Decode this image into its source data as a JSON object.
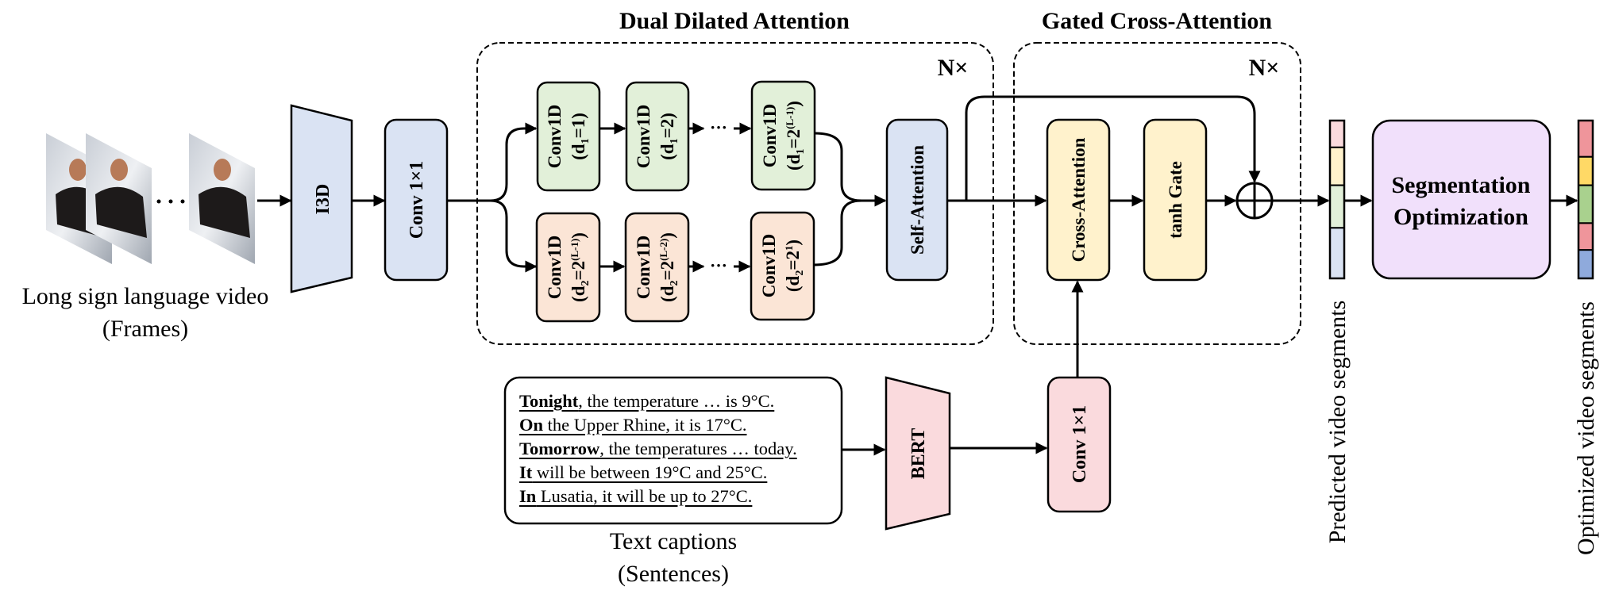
{
  "titles": {
    "dual_dilated": "Dual Dilated Attention",
    "gated_cross": "Gated Cross-Attention",
    "repeat_dual": "N×",
    "repeat_gated": "N×"
  },
  "input": {
    "frames_label_line1": "Long sign language video",
    "frames_label_line2": "(Frames)",
    "ellipsis": "· · ·"
  },
  "video_branch": {
    "i3d": "I3D",
    "conv": "Conv 1×1"
  },
  "dual_dilated": {
    "top_row": [
      {
        "name": "Conv1D",
        "param": "(d",
        "sub": "1",
        "rest": "=1)"
      },
      {
        "name": "Conv1D",
        "param": "(d",
        "sub": "1",
        "rest": "=2)"
      },
      {
        "name": "Conv1D",
        "param": "(d",
        "sub": "1",
        "rest": "=2",
        "sup": "(L-1)",
        "close": ")"
      }
    ],
    "bottom_row": [
      {
        "name": "Conv1D",
        "param": "(d",
        "sub": "2",
        "rest": "=2",
        "sup": "(L-1)",
        "close": ")"
      },
      {
        "name": "Conv1D",
        "param": "(d",
        "sub": "2",
        "rest": "=2",
        "sup": "(L-2)",
        "close": ")"
      },
      {
        "name": "Conv1D",
        "param": "(d",
        "sub": "2",
        "rest": "=2",
        "sup": "1",
        "close": ")"
      }
    ],
    "self_attention": "Self-Attention"
  },
  "gated": {
    "cross_attention": "Cross-Attention",
    "tanh_gate": "tanh Gate"
  },
  "text_branch": {
    "captions": [
      {
        "bold": "Tonight",
        "rest": ", the temperature … is 9°C."
      },
      {
        "bold": "On",
        "rest": " the Upper Rhine, it is 17°C."
      },
      {
        "bold": "Tomorrow",
        "rest": ", the temperatures … today."
      },
      {
        "bold": "It",
        "rest": " will be between 19°C and 25°C."
      },
      {
        "bold": "In",
        "rest": " Lusatia, it will be up to 27°C."
      }
    ],
    "caption_label_line1": "Text captions",
    "caption_label_line2": "(Sentences)",
    "bert": "BERT",
    "conv": "Conv 1×1"
  },
  "output": {
    "predicted_label": "Predicted video segments",
    "optimizer": {
      "line1": "Segmentation",
      "line2": "Optimization"
    },
    "optimized_label": "Optimized video segments",
    "predicted_segments": [
      {
        "color": "#fadadd",
        "fraction": 0.17
      },
      {
        "color": "#fff2cc",
        "fraction": 0.24
      },
      {
        "color": "#e2f0d9",
        "fraction": 0.27
      },
      {
        "color": "#dae3f3",
        "fraction": 0.32
      }
    ],
    "optimized_segments": [
      {
        "color": "#ef959b",
        "fraction": 0.23
      },
      {
        "color": "#ffd966",
        "fraction": 0.18
      },
      {
        "color": "#a9d18e",
        "fraction": 0.24
      },
      {
        "color": "#ef959b",
        "fraction": 0.17
      },
      {
        "color": "#8faadc",
        "fraction": 0.18
      }
    ]
  },
  "colors": {
    "blue_fill": "#dae3f3",
    "green_fill": "#e2f0d9",
    "orange_fill": "#fbe5d6",
    "yellow_fill": "#fff2cc",
    "pink_fill": "#fadadd",
    "purple_fill": "#f1e0fb"
  }
}
